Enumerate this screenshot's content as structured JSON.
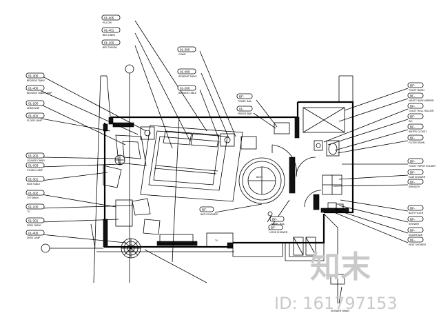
{
  "drawing": {
    "left_tags": [
      {
        "code": "01-300",
        "desc": "BEDSIDE TABLE"
      },
      {
        "code": "01-400",
        "desc": "BEDSIDE TABLE LAMP"
      },
      {
        "code": "01-200",
        "desc": "ARMCHAIR"
      },
      {
        "code": "01-401",
        "desc": "FLOOR LAMP"
      },
      {
        "code": "01-202",
        "desc": "LOUNGE CHAIR"
      },
      {
        "code": "01-003",
        "desc": "STUDIO LAMP"
      },
      {
        "code": "01-301",
        "desc": "SIDE TABLE"
      },
      {
        "code": "01-302",
        "desc": "OTTOMAN"
      },
      {
        "code": "01-100",
        "desc": "TV"
      },
      {
        "code": "01-301",
        "desc": "DESK TABLE"
      },
      {
        "code": "01-400",
        "desc": "DESK LAMP"
      }
    ],
    "top_tags": [
      {
        "code": "01-405",
        "desc": "PILLOW"
      },
      {
        "code": "01-401",
        "desc": "BED LINEN"
      },
      {
        "code": "01-100",
        "desc": "BED THROW"
      },
      {
        "code": "01-300",
        "desc": "CHAIR"
      },
      {
        "code": "01-400",
        "desc": "READING TABLE"
      },
      {
        "code": "01-200",
        "desc": "BEDSIDE TABLE"
      }
    ],
    "center_tags": [
      {
        "code": "BF-",
        "desc": "TOWEL RAIL"
      },
      {
        "code": "01-",
        "desc": "FRIDGE BAR"
      }
    ],
    "right_tags": [
      {
        "code": "BF-",
        "desc": "TOILET BASIN"
      },
      {
        "code": "BF-",
        "desc": "VANITY BASE MIRROR"
      },
      {
        "code": "BF-",
        "desc": "TOILET ROLL HOLDER"
      },
      {
        "code": "BF-",
        "desc": "WC"
      },
      {
        "code": "BF-",
        "desc": "WATER CLOSET"
      },
      {
        "code": "BF-",
        "desc": "FLOOR DRAIN"
      },
      {
        "code": "BF-",
        "desc": "TOILET PAPER HOLDER"
      },
      {
        "code": "BF-",
        "desc": "RAIN SHOWER"
      },
      {
        "code": "BF-",
        "desc": "SPA BATH"
      },
      {
        "code": "BF-",
        "desc": "BATH FILLER"
      },
      {
        "code": "BF-",
        "desc": "SHOWER"
      },
      {
        "code": "BF-",
        "desc": "SLIDER BAR"
      },
      {
        "code": "BF-",
        "desc": "HEAT SHOWER"
      }
    ],
    "bottom_tags": [
      {
        "code": "BF-",
        "desc": "BATH SHOWER"
      },
      {
        "code": "BF-",
        "desc": "TOWEL RAIL"
      },
      {
        "code": "BF-",
        "desc": "HOOK SHOWER"
      }
    ],
    "bath_label": "BATH",
    "bottom_right_label": "SHOWER DRAIN",
    "tv_label": "TV"
  },
  "watermark": {
    "brand": "知末",
    "id_text": "ID: 161797153"
  }
}
